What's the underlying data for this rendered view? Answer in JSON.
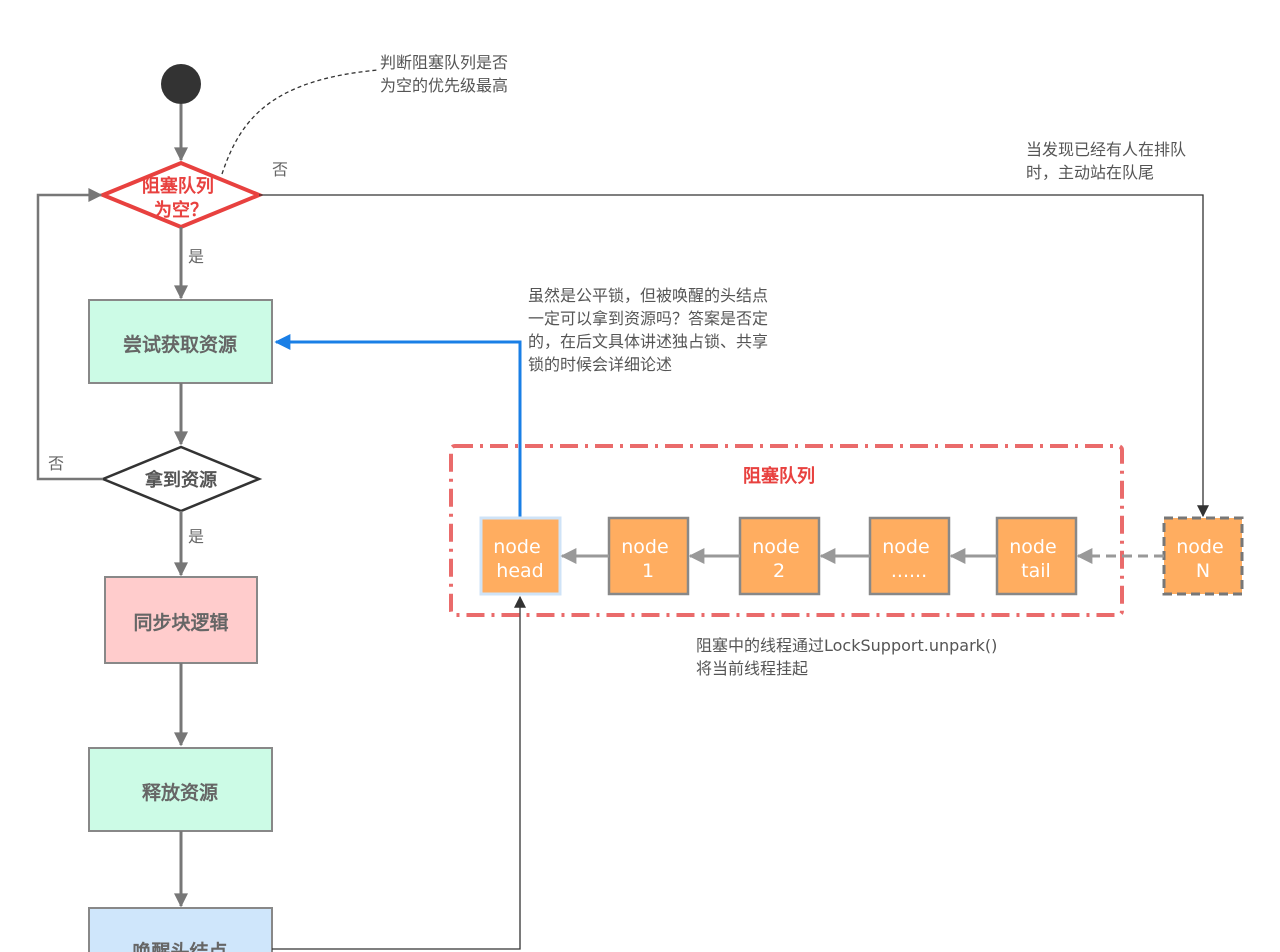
{
  "notes": {
    "priority": [
      "判断阻塞队列是否",
      "为空的优先级最高"
    ],
    "queue_tail": [
      "当发现已经有人在排队",
      "时，主动站在队尾"
    ],
    "fair_lock": [
      "虽然是公平锁，但被唤醒的头结点",
      "一定可以拿到资源吗？答案是否定",
      "的，在后文具体讲述独占锁、共享",
      "锁的时候会详细论述"
    ],
    "unpark": [
      "阻塞中的线程通过LockSupport.unpark()",
      "将当前线程挂起"
    ]
  },
  "decisions": {
    "queue_empty": [
      "阻塞队列",
      "为空？"
    ],
    "got_resource": "拿到资源"
  },
  "labels": {
    "no_top": "否",
    "yes_1": "是",
    "no_left": "否",
    "yes_2": "是"
  },
  "boxes": {
    "try_acquire": "尝试获取资源",
    "sync_logic": "同步块逻辑",
    "release": "释放资源",
    "wake_head": "唤醒头结点"
  },
  "queue": {
    "title": "阻塞队列",
    "nodes": [
      [
        "node",
        "head"
      ],
      [
        "node",
        "1"
      ],
      [
        "node",
        "2"
      ],
      [
        "node",
        "......"
      ],
      [
        "node",
        "tail"
      ]
    ],
    "new_node": [
      "node",
      "N"
    ]
  },
  "colors": {
    "red": "#e8413f",
    "gray_line": "#777777",
    "blue_line": "#1a7fe6",
    "node_fill": "#ffad60",
    "mint": "#ccfbe6",
    "pink": "#ffcccc",
    "light_blue": "#cfe6fb"
  }
}
